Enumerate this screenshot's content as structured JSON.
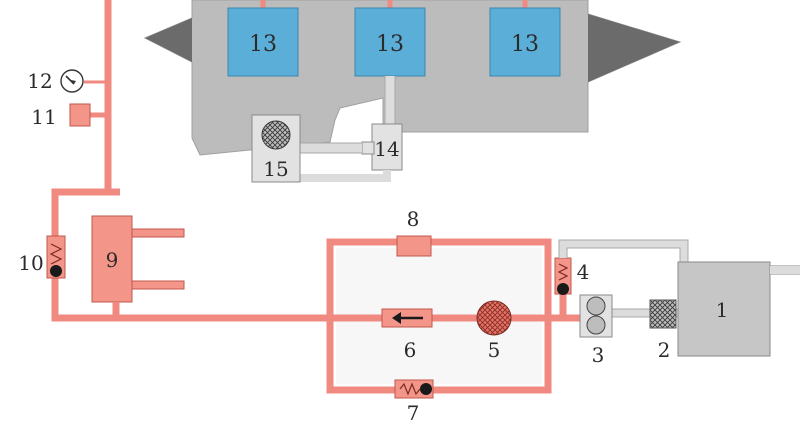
{
  "diagram": {
    "colors": {
      "red_line": "#f08a80",
      "red_fill": "#f4958a",
      "grey_line": "#dcdcdc",
      "grey_fill": "#c6c6c6",
      "dark_grey": "#6b6b6b",
      "blue": "#5aaed8"
    },
    "labels": {
      "l1": "1",
      "l2": "2",
      "l3": "3",
      "l4": "4",
      "l5": "5",
      "l6": "6",
      "l7": "7",
      "l8": "8",
      "l9": "9",
      "l10": "10",
      "l11": "11",
      "l12": "12",
      "l13a": "13",
      "l13b": "13",
      "l13c": "13",
      "l14": "14",
      "l15": "15"
    }
  }
}
